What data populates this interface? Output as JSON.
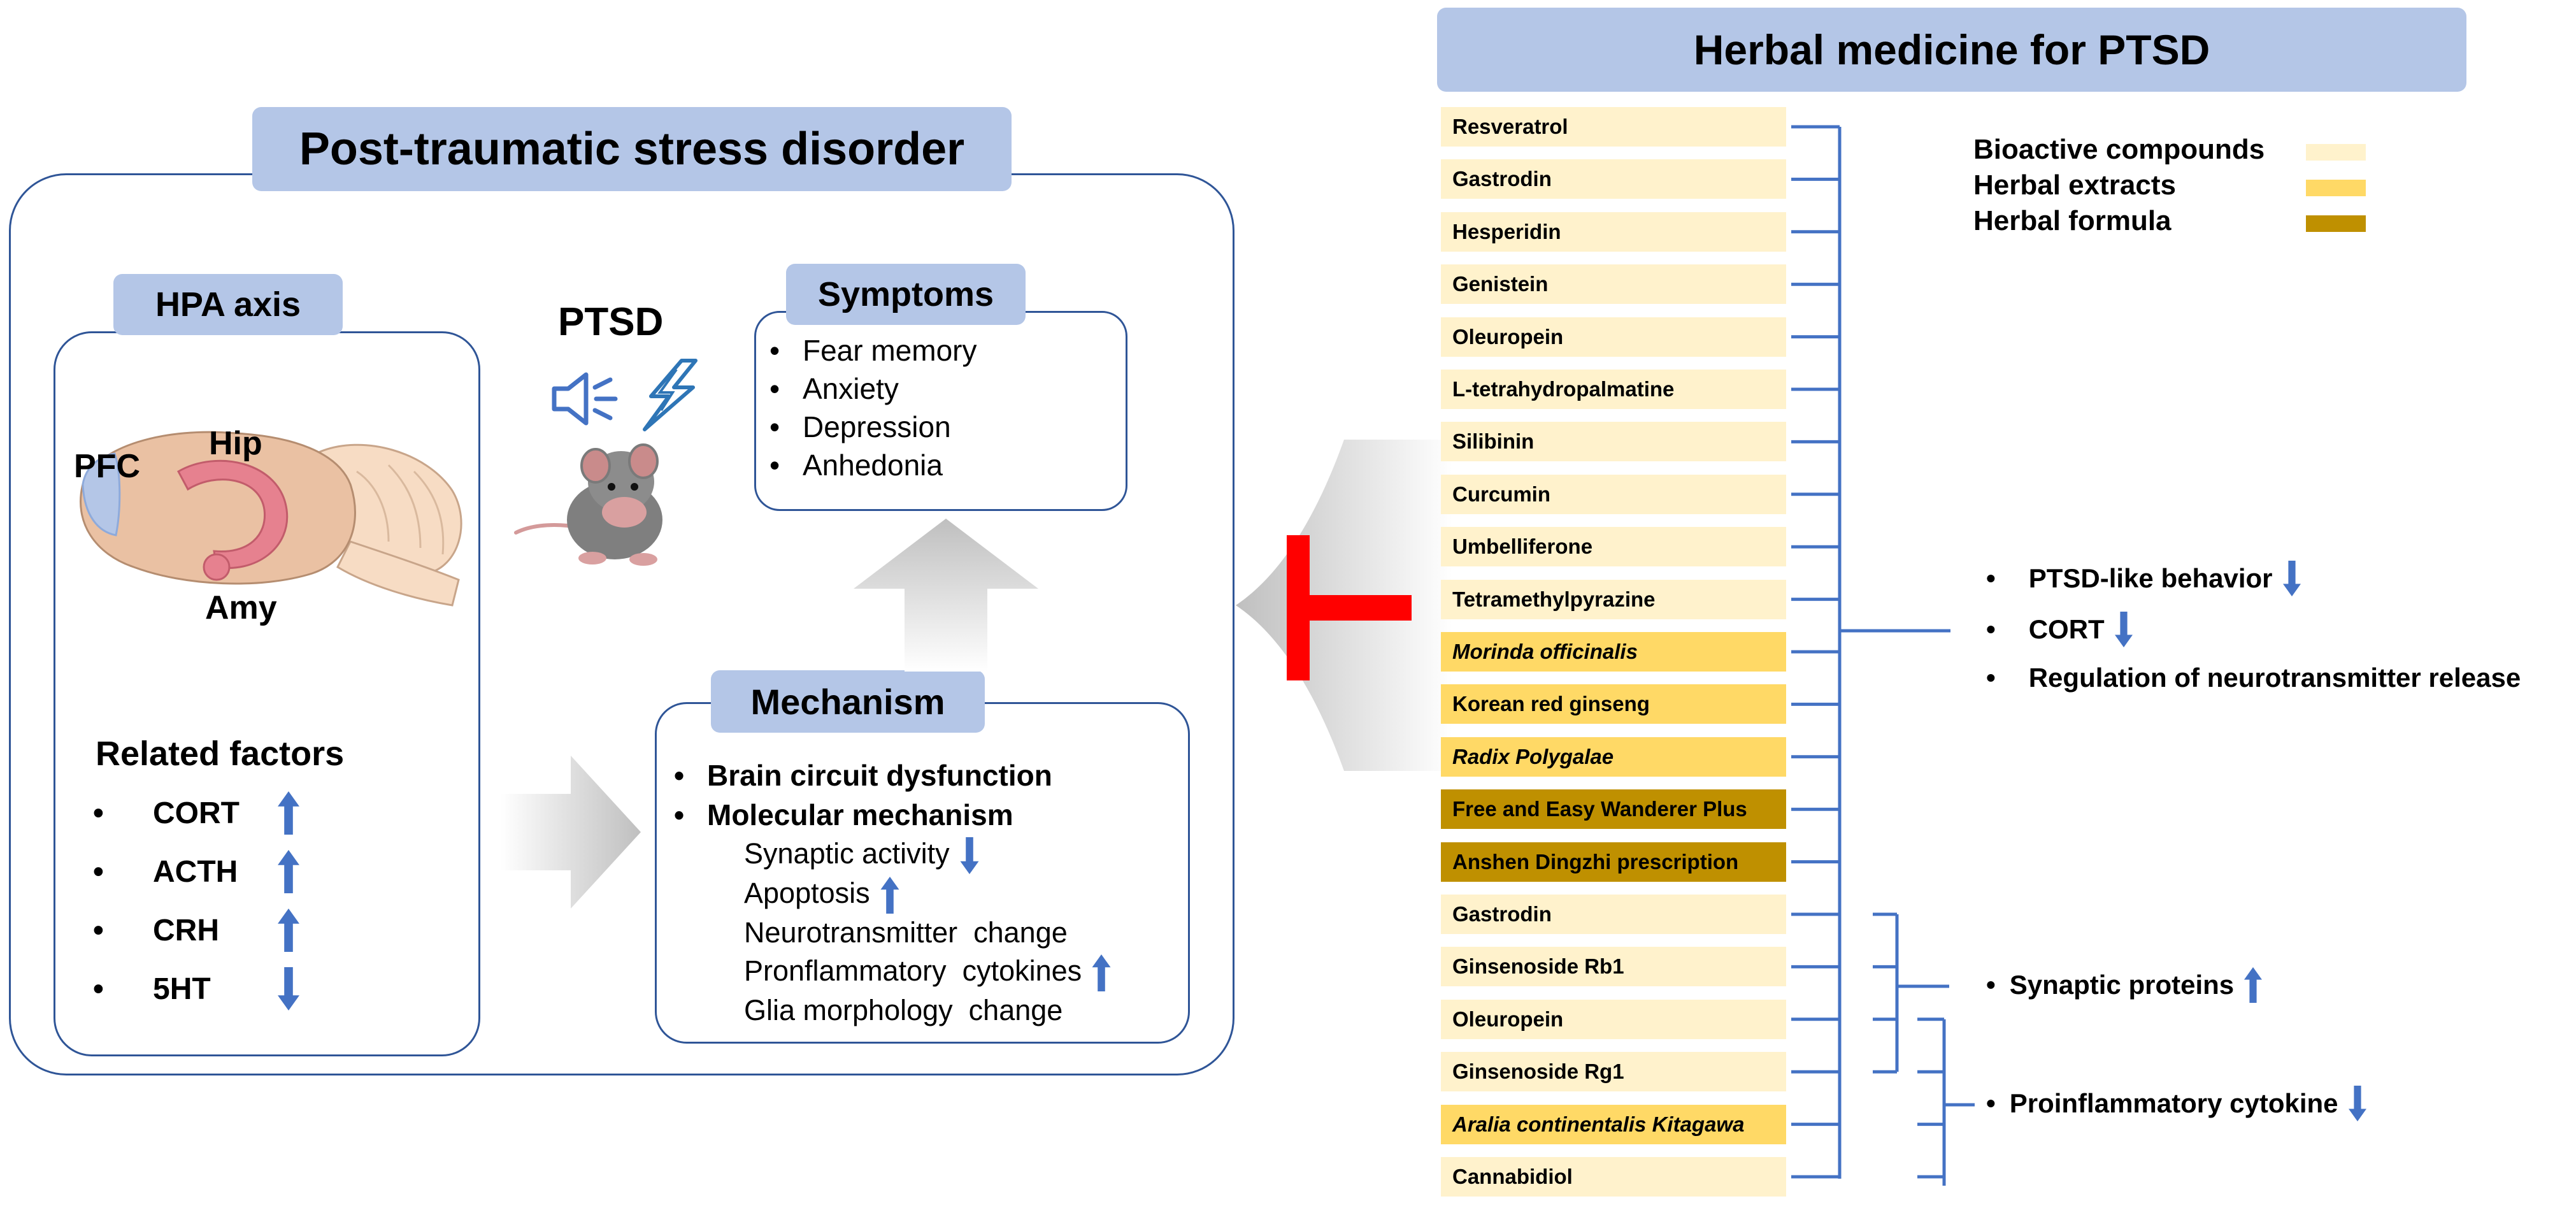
{
  "left_panel": {
    "title": "Post-traumatic stress disorder",
    "hpa": {
      "title": "HPA axis",
      "brain_labels": {
        "pfc": "PFC",
        "hip": "Hip",
        "amy": "Amy"
      },
      "related_title": "Related factors",
      "factors": [
        {
          "label": "CORT",
          "direction": "up"
        },
        {
          "label": "ACTH",
          "direction": "up"
        },
        {
          "label": "CRH",
          "direction": "up"
        },
        {
          "label": "5HT",
          "direction": "down"
        }
      ]
    },
    "ptsd_label": "PTSD",
    "symptoms": {
      "title": "Symptoms",
      "items": [
        "Fear memory",
        "Anxiety",
        "Depression",
        "Anhedonia"
      ]
    },
    "mechanism": {
      "title": "Mechanism",
      "main_items": [
        "Brain circuit dysfunction",
        "Molecular mechanism"
      ],
      "sub_items": [
        {
          "label": "Synaptic activity",
          "direction": "down"
        },
        {
          "label": "Apoptosis",
          "direction": "up"
        },
        {
          "label": "Neurotransmitter  change",
          "direction": ""
        },
        {
          "label": "Pronflammatory  cytokines",
          "direction": "up"
        },
        {
          "label": "Glia morphology  change",
          "direction": ""
        }
      ]
    }
  },
  "right_panel": {
    "title": "Herbal medicine for PTSD",
    "legend": [
      {
        "label": "Bioactive compounds",
        "color": "#fff2cc"
      },
      {
        "label": "Herbal extracts",
        "color": "#ffd966"
      },
      {
        "label": "Herbal formula",
        "color": "#bf9000"
      }
    ],
    "herbs": [
      {
        "name": "Resveratrol",
        "type": "compound"
      },
      {
        "name": "Gastrodin",
        "type": "compound"
      },
      {
        "name": "Hesperidin",
        "type": "compound"
      },
      {
        "name": "Genistein",
        "type": "compound"
      },
      {
        "name": "Oleuropein",
        "type": "compound"
      },
      {
        "name": "L-tetrahydropalmatine",
        "type": "compound"
      },
      {
        "name": "Silibinin",
        "type": "compound"
      },
      {
        "name": "Curcumin",
        "type": "compound"
      },
      {
        "name": "Umbelliferone",
        "type": "compound"
      },
      {
        "name": "Tetramethylpyrazine",
        "type": "compound"
      },
      {
        "name": "Morinda officinalis",
        "type": "extract"
      },
      {
        "name": "Korean red ginseng",
        "type": "extract-normal"
      },
      {
        "name": "Radix Polygalae",
        "type": "extract"
      },
      {
        "name": "Free and Easy Wanderer Plus",
        "type": "formula"
      },
      {
        "name": "Anshen Dingzhi prescription",
        "type": "formula"
      },
      {
        "name": "Gastrodin",
        "type": "compound"
      },
      {
        "name": "Ginsenoside Rb1",
        "type": "compound"
      },
      {
        "name": "Oleuropein",
        "type": "compound"
      },
      {
        "name": "Ginsenoside Rg1",
        "type": "compound"
      },
      {
        "name": "Aralia continentalis Kitagawa",
        "type": "extract"
      },
      {
        "name": "Cannabidiol",
        "type": "compound"
      }
    ],
    "effects_group1": [
      {
        "label": "PTSD-like behavior",
        "direction": "down"
      },
      {
        "label": "CORT",
        "direction": "down"
      },
      {
        "label": "Regulation of neurotransmitter release",
        "direction": ""
      }
    ],
    "effect_synaptic": {
      "label": "Synaptic proteins",
      "direction": "up"
    },
    "effect_cytokine": {
      "label": "Proinflammatory cytokine",
      "direction": "down"
    }
  },
  "colors": {
    "pill": "#b4c6e7",
    "outline": "#2f5597",
    "connector": "#4472c4",
    "arrow": "#4472c4",
    "inhibit": "#ff0000",
    "compound": "#fff2cc",
    "extract": "#ffd966",
    "formula": "#bf9000"
  }
}
